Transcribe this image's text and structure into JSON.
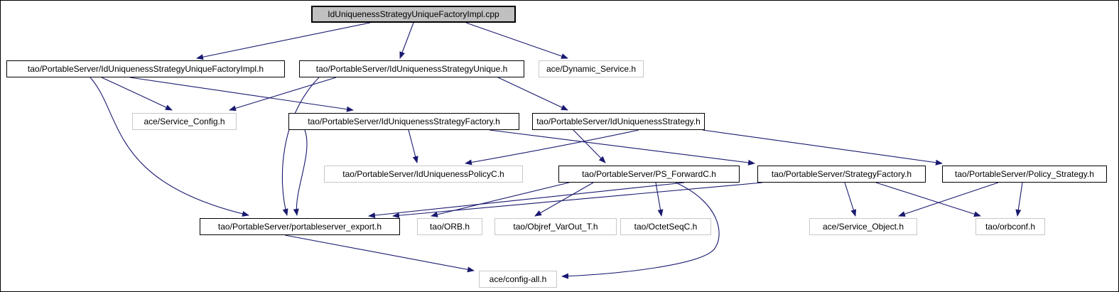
{
  "diagram": {
    "kind": "doxygen-include-dependency-graph",
    "edge_color": "#191970",
    "node_border_color": "#000000",
    "leaf_node_border_color": "#c8c8c8",
    "root_node_fill": "#c0c0c0",
    "node_fill": "#ffffff",
    "background": "#ffffff"
  },
  "nodes": [
    {
      "id": "cpp",
      "label": "IdUniquenessStrategyUniqueFactoryImpl.cpp",
      "kind": "root"
    },
    {
      "id": "factoryimpl_h",
      "label": "tao/PortableServer/IdUniquenessStrategyUniqueFactoryImpl.h",
      "kind": "internal"
    },
    {
      "id": "strategyunique_h",
      "label": "tao/PortableServer/IdUniquenessStrategyUnique.h",
      "kind": "internal"
    },
    {
      "id": "dynamic_service",
      "label": "ace/Dynamic_Service.h",
      "kind": "leaf"
    },
    {
      "id": "service_config",
      "label": "ace/Service_Config.h",
      "kind": "leaf"
    },
    {
      "id": "strategyfactory_h",
      "label": "tao/PortableServer/IdUniquenessStrategyFactory.h",
      "kind": "internal"
    },
    {
      "id": "strategy_h",
      "label": "tao/PortableServer/IdUniquenessStrategy.h",
      "kind": "internal"
    },
    {
      "id": "policyc_h",
      "label": "tao/PortableServer/IdUniquenessPolicyC.h",
      "kind": "leaf"
    },
    {
      "id": "ps_forwardc_h",
      "label": "tao/PortableServer/PS_ForwardC.h",
      "kind": "internal"
    },
    {
      "id": "sf_h",
      "label": "tao/PortableServer/StrategyFactory.h",
      "kind": "internal"
    },
    {
      "id": "policy_strategy_h",
      "label": "tao/PortableServer/Policy_Strategy.h",
      "kind": "internal"
    },
    {
      "id": "export_h",
      "label": "tao/PortableServer/portableserver_export.h",
      "kind": "internal"
    },
    {
      "id": "orb_h",
      "label": "tao/ORB.h",
      "kind": "leaf"
    },
    {
      "id": "objref_h",
      "label": "tao/Objref_VarOut_T.h",
      "kind": "leaf"
    },
    {
      "id": "octetseqc_h",
      "label": "tao/OctetSeqC.h",
      "kind": "leaf"
    },
    {
      "id": "service_object_h",
      "label": "ace/Service_Object.h",
      "kind": "leaf"
    },
    {
      "id": "orbconf_h",
      "label": "tao/orbconf.h",
      "kind": "leaf"
    },
    {
      "id": "config_all_h",
      "label": "ace/config-all.h",
      "kind": "leaf"
    }
  ],
  "edges": [
    {
      "from": "cpp",
      "to": "factoryimpl_h"
    },
    {
      "from": "cpp",
      "to": "strategyunique_h"
    },
    {
      "from": "cpp",
      "to": "dynamic_service"
    },
    {
      "from": "factoryimpl_h",
      "to": "service_config"
    },
    {
      "from": "factoryimpl_h",
      "to": "strategyfactory_h"
    },
    {
      "from": "factoryimpl_h",
      "to": "export_h"
    },
    {
      "from": "strategyunique_h",
      "to": "service_config"
    },
    {
      "from": "strategyunique_h",
      "to": "strategy_h"
    },
    {
      "from": "strategyunique_h",
      "to": "export_h"
    },
    {
      "from": "strategyfactory_h",
      "to": "policyc_h"
    },
    {
      "from": "strategyfactory_h",
      "to": "sf_h"
    },
    {
      "from": "strategyfactory_h",
      "to": "export_h"
    },
    {
      "from": "strategy_h",
      "to": "policyc_h"
    },
    {
      "from": "strategy_h",
      "to": "ps_forwardc_h"
    },
    {
      "from": "strategy_h",
      "to": "policy_strategy_h"
    },
    {
      "from": "ps_forwardc_h",
      "to": "orb_h"
    },
    {
      "from": "ps_forwardc_h",
      "to": "objref_h"
    },
    {
      "from": "ps_forwardc_h",
      "to": "octetseqc_h"
    },
    {
      "from": "ps_forwardc_h",
      "to": "export_h"
    },
    {
      "from": "ps_forwardc_h",
      "to": "config_all_h"
    },
    {
      "from": "sf_h",
      "to": "service_object_h"
    },
    {
      "from": "sf_h",
      "to": "orbconf_h"
    },
    {
      "from": "sf_h",
      "to": "export_h"
    },
    {
      "from": "policy_strategy_h",
      "to": "service_object_h"
    },
    {
      "from": "policy_strategy_h",
      "to": "orbconf_h"
    },
    {
      "from": "export_h",
      "to": "config_all_h"
    }
  ]
}
